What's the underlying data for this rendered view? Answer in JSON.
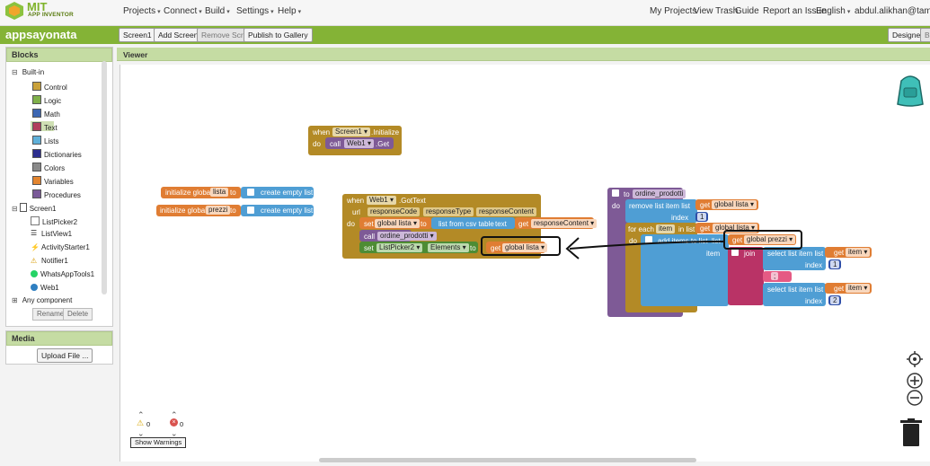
{
  "brand": {
    "mit": "MIT",
    "sub": "APP INVENTOR"
  },
  "top_menu": [
    "Projects",
    "Connect",
    "Build",
    "Settings",
    "Help"
  ],
  "top_right": [
    "My Projects",
    "View Trash",
    "Guide",
    "Report an Issue",
    "English",
    "abdul.alikhan@tambosi.tn.it"
  ],
  "project": {
    "name": "appsayonata",
    "screen": "Screen1",
    "add_screen": "Add Screen ...",
    "remove_screen": "Remove Screen",
    "publish": "Publish to Gallery",
    "designer": "Designer",
    "blocks": "Blocks"
  },
  "left": {
    "title": "Blocks",
    "builtin": "Built-in",
    "categories": [
      {
        "label": "Control",
        "color": "#c9a13b"
      },
      {
        "label": "Logic",
        "color": "#7fb04a"
      },
      {
        "label": "Math",
        "color": "#3d67b3"
      },
      {
        "label": "Text",
        "color": "#b13e5c"
      },
      {
        "label": "Lists",
        "color": "#5fb0d9"
      },
      {
        "label": "Dictionaries",
        "color": "#2d2e8f"
      },
      {
        "label": "Colors",
        "color": "#8a8a8a"
      },
      {
        "label": "Variables",
        "color": "#e3852f"
      },
      {
        "label": "Procedures",
        "color": "#7a5a98"
      }
    ],
    "screen": "Screen1",
    "components": [
      "ListPicker2",
      "ListView1",
      "ActivityStarter1",
      "Notifier1",
      "WhatsAppTools1",
      "Web1"
    ],
    "any_component": "Any component",
    "rename": "Rename",
    "delete": "Delete",
    "media_title": "Media",
    "upload": "Upload File ..."
  },
  "viewer": {
    "title": "Viewer",
    "warnings": {
      "warn_count": "0",
      "error_count": "0",
      "show_warnings": "Show Warnings"
    }
  },
  "blocks": {
    "init_lista": {
      "kw": "initialize global",
      "name": "lista",
      "to": "to",
      "value": "create empty list"
    },
    "init_prezzi": {
      "kw": "initialize global",
      "name": "prezzi",
      "to": "to",
      "value": "create empty list"
    },
    "screen_init": {
      "when": "when",
      "comp": "Screen1",
      "event": ".Initialize",
      "do": "do",
      "call": "call",
      "target": "Web1",
      "method": ".Get"
    },
    "web_gottext": {
      "when": "when",
      "comp": "Web1",
      "event": ".GotText",
      "params": [
        "url",
        "responseCode",
        "responseType",
        "responseContent"
      ],
      "do": "do",
      "set": "set",
      "var": "global lista",
      "to": "to",
      "csv": "list from csv table",
      "text": "text",
      "get": "get",
      "resp": "responseContent",
      "call": "call",
      "proc": "ordine_prodotti",
      "set2": "set",
      "comp2": "ListPicker2",
      "prop": "Elements",
      "to2": "to",
      "get2": "get",
      "var2": "global lista"
    },
    "proc": {
      "to": "to",
      "name": "ordine_prodotti",
      "do": "do",
      "remove": "remove list item  list",
      "get": "get",
      "var_lista": "global lista",
      "index": "index",
      "idx1": "1",
      "foreach": "for each",
      "item": "item",
      "inlist": "in list",
      "var_lista2": "global lista",
      "do2": "do",
      "add": "add items to list",
      "list": "list",
      "var_prezzi": "global prezzi",
      "item_lbl": "item",
      "join": "join",
      "select1": "select list item  list",
      "get_item": "item",
      "index1": "index",
      "idx_a": "1",
      "sep": "\" ; \"",
      "sep_inner": ";",
      "select2": "select list item  list",
      "get_item2": "item",
      "index2": "index",
      "idx_b": "2"
    }
  }
}
